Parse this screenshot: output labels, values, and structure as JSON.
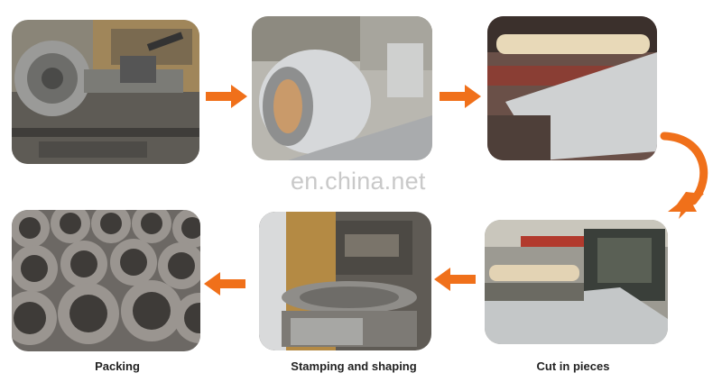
{
  "watermark": "en.china.net",
  "steps": [
    {
      "caption": ""
    },
    {
      "caption": ""
    },
    {
      "caption": ""
    },
    {
      "caption": "Cut in pieces"
    },
    {
      "caption": "Stamping and shaping"
    },
    {
      "caption": "Packing"
    }
  ],
  "colors": {
    "arrow": "#f0701a"
  }
}
